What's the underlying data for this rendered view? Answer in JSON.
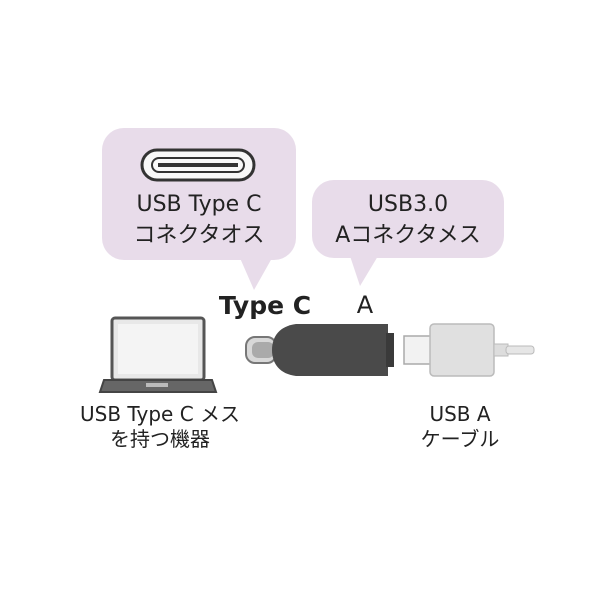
{
  "bubble_type_c": {
    "line1": "USB Type C",
    "line2": "コネクタオス"
  },
  "bubble_usb3": {
    "line1": "USB3.0",
    "line2": "Aコネクタメス"
  },
  "adapter": {
    "end_c_label": "Type C",
    "end_a_label": "A"
  },
  "device": {
    "line1": "USB Type C メス",
    "line2": "を持つ機器"
  },
  "cable": {
    "line1": "USB A",
    "line2": "ケーブル"
  },
  "colors": {
    "bubble": "#e8dcea",
    "adapter": "#4a4a4a",
    "cable": "#e0e0e0"
  },
  "icons": [
    "usb-type-c-connector-icon",
    "laptop-icon",
    "adapter-icon",
    "usb-a-cable-icon"
  ]
}
